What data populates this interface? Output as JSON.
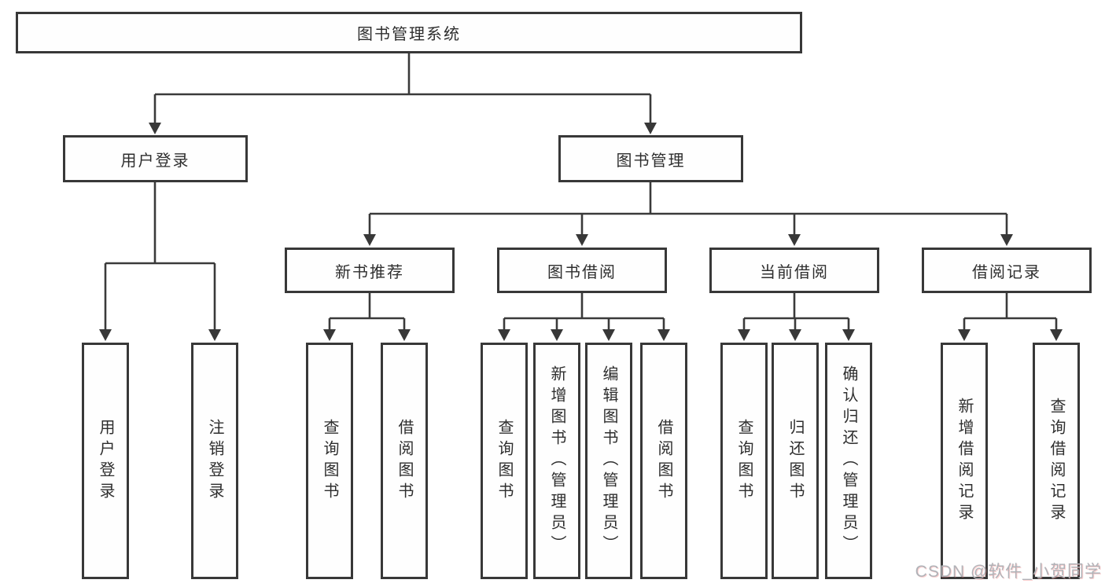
{
  "tree": {
    "root": {
      "label": "图书管理系统"
    },
    "level2": [
      {
        "id": "user-login",
        "label": "用户登录"
      },
      {
        "id": "book-management",
        "label": "图书管理"
      }
    ],
    "level3": [
      {
        "id": "new-book-recommend",
        "label": "新书推荐"
      },
      {
        "id": "book-borrow",
        "label": "图书借阅"
      },
      {
        "id": "current-borrow",
        "label": "当前借阅"
      },
      {
        "id": "borrow-record",
        "label": "借阅记录"
      }
    ],
    "leaves": {
      "user_login": [
        "用户登录",
        "注销登录"
      ],
      "new_book_recommend": [
        "查询图书",
        "借阅图书"
      ],
      "book_borrow": [
        "查询图书",
        "新增图书（管理员）",
        "编辑图书（管理员）",
        "借阅图书"
      ],
      "current_borrow": [
        "查询图书",
        "归还图书",
        "确认归还（管理员）"
      ],
      "borrow_record": [
        "新增借阅记录",
        "查询借阅记录"
      ]
    }
  },
  "watermark": {
    "text": "CSDN @软件_小贺同学"
  },
  "colors": {
    "background": "#ffffff",
    "box_border": "#383838",
    "box_fill": "#fefefe",
    "line": "#3a3a3a",
    "text": "#2e2e2e",
    "watermark": "#b0b3b8"
  }
}
